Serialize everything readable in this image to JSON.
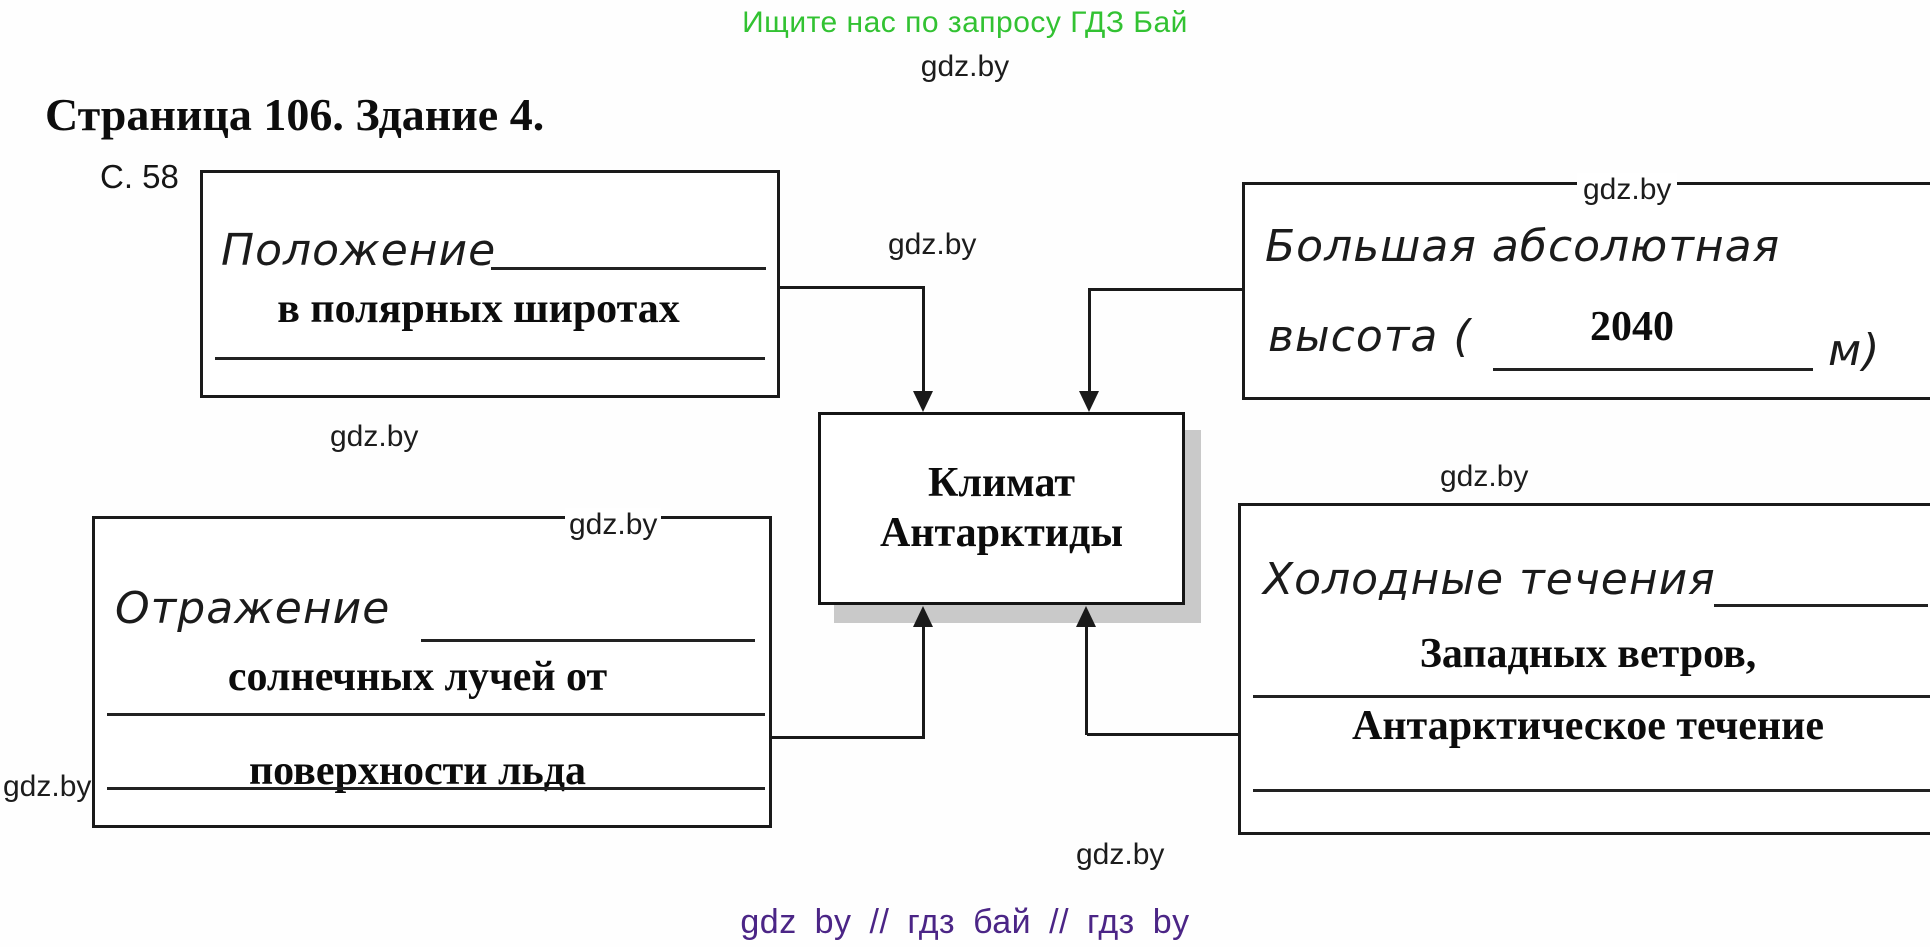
{
  "colors": {
    "promo_green": "#32c232",
    "footer_purple": "#4b2586",
    "ink_black": "#1a1a1a",
    "box_shadow_gray": "#c9c9c9"
  },
  "header": {
    "promo": "Ищите нас по запросу ГДЗ Бай",
    "watermark": "gdz.by",
    "title": "Страница 106. Здание 4.",
    "page_ref": "С. 58"
  },
  "central_box": {
    "title_line1": "Климат",
    "title_line2": "Антарктиды"
  },
  "top_left_box": {
    "prompt": "Положение",
    "answer": "в полярных широтах"
  },
  "top_right_box": {
    "watermark": "gdz.by",
    "prompt_line1": "Большая абсолютная",
    "prompt_line2_prefix": "высота (",
    "answer": "2040",
    "prompt_line2_suffix": "м)"
  },
  "bottom_left_box": {
    "watermark": "gdz.by",
    "prompt": "Отражение",
    "answer_line1": "солнечных лучей от",
    "answer_line2": "поверхности льда"
  },
  "bottom_right_box": {
    "watermark": "gdz.by",
    "prompt": "Холодные течения",
    "answer_line1": "Западных ветров,",
    "answer_line2": "Антарктическое течение"
  },
  "watermarks": {
    "above_center": "gdz.by",
    "below_top_left": "gdz.by",
    "left_margin": "gdz.by",
    "above_bottom_right": "gdz.by",
    "bottom_center": "gdz.by"
  },
  "footer": {
    "tags": "gdz by  //  гдз бай  //  гдз by"
  }
}
